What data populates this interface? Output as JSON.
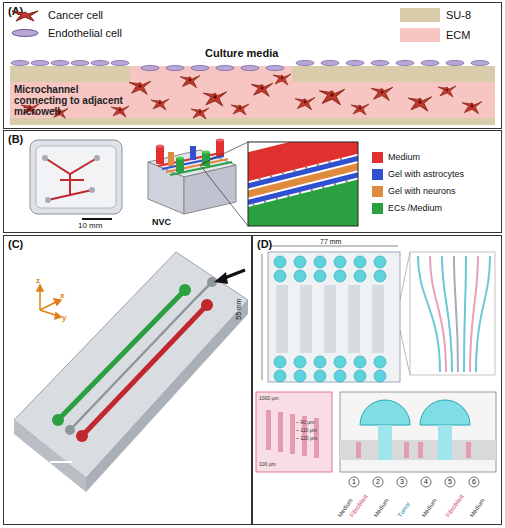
{
  "diagram": {
    "nodes": [
      {
        "text": [
          "(A)"
        ]
      },
      {
        "text": [
          "(B)"
        ]
      },
      {
        "text": [
          "(C)"
        ]
      },
      {
        "text": [
          "(D)"
        ]
      }
    ],
    "labels": [
      "Culture media",
      "Microchannel connecting to adjacent microwell",
      "10 mm",
      "NVC",
      "z",
      "x",
      "y",
      "77 mm",
      "55 mm",
      "1000 µm",
      "~ 90 µm",
      "~ 110 µm",
      "~ 120 µm",
      "100 µm",
      "1",
      "2",
      "3",
      "4",
      "5",
      "6",
      "Medium",
      "Fibroblast",
      "Medium",
      "Tumor",
      "Medium",
      "Fibroblast",
      "Medium"
    ],
    "legend": [
      {
        "text": "Cancer cell"
      },
      {
        "text": "Endothelial cell"
      },
      {
        "text": "SU-8",
        "color": "#d8ccaa"
      },
      {
        "text": "ECM",
        "color": "#f7c6c2"
      },
      {
        "text": "Medium",
        "color": "#e03030"
      },
      {
        "text": "Gel with astrocytes",
        "color": "#3050d0"
      },
      {
        "text": "Gel with neurons",
        "color": "#e08a40"
      },
      {
        "text": "ECs /Medium",
        "color": "#2aa040"
      }
    ]
  }
}
